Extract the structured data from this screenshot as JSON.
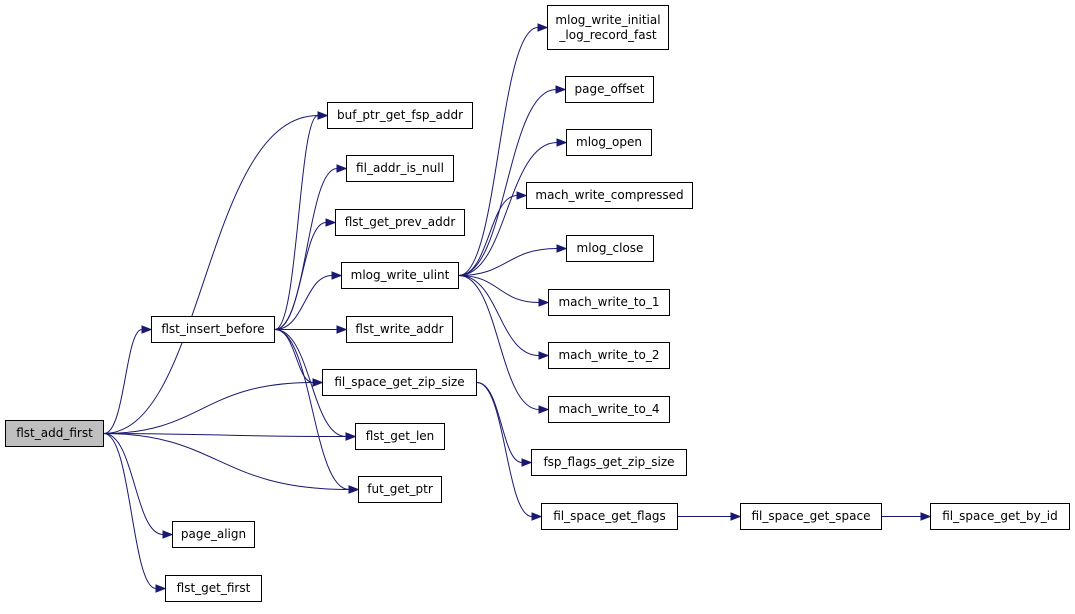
{
  "graph": {
    "nodes": [
      {
        "id": "flst_add_first",
        "label": "flst_add_first",
        "root": true
      },
      {
        "id": "flst_insert_before",
        "label": "flst_insert_before"
      },
      {
        "id": "page_align",
        "label": "page_align"
      },
      {
        "id": "flst_get_first",
        "label": "flst_get_first"
      },
      {
        "id": "buf_ptr_get_fsp_addr",
        "label": "buf_ptr_get_fsp_addr"
      },
      {
        "id": "fil_addr_is_null",
        "label": "fil_addr_is_null"
      },
      {
        "id": "flst_get_prev_addr",
        "label": "flst_get_prev_addr"
      },
      {
        "id": "mlog_write_ulint",
        "label": "mlog_write_ulint"
      },
      {
        "id": "flst_write_addr",
        "label": "flst_write_addr"
      },
      {
        "id": "fil_space_get_zip_size",
        "label": "fil_space_get_zip_size"
      },
      {
        "id": "flst_get_len",
        "label": "flst_get_len"
      },
      {
        "id": "fut_get_ptr",
        "label": "fut_get_ptr"
      },
      {
        "id": "mlog_write_initial_log_record_fast",
        "label": "mlog_write_initial\n_log_record_fast"
      },
      {
        "id": "page_offset",
        "label": "page_offset"
      },
      {
        "id": "mlog_open",
        "label": "mlog_open"
      },
      {
        "id": "mach_write_compressed",
        "label": "mach_write_compressed"
      },
      {
        "id": "mlog_close",
        "label": "mlog_close"
      },
      {
        "id": "mach_write_to_1",
        "label": "mach_write_to_1"
      },
      {
        "id": "mach_write_to_2",
        "label": "mach_write_to_2"
      },
      {
        "id": "mach_write_to_4",
        "label": "mach_write_to_4"
      },
      {
        "id": "fsp_flags_get_zip_size",
        "label": "fsp_flags_get_zip_size"
      },
      {
        "id": "fil_space_get_flags",
        "label": "fil_space_get_flags"
      },
      {
        "id": "fil_space_get_space",
        "label": "fil_space_get_space"
      },
      {
        "id": "fil_space_get_by_id",
        "label": "fil_space_get_by_id"
      }
    ],
    "edges": [
      {
        "from": "flst_add_first",
        "to": "buf_ptr_get_fsp_addr"
      },
      {
        "from": "flst_add_first",
        "to": "flst_insert_before"
      },
      {
        "from": "flst_add_first",
        "to": "fil_space_get_zip_size"
      },
      {
        "from": "flst_add_first",
        "to": "flst_get_len"
      },
      {
        "from": "flst_add_first",
        "to": "fut_get_ptr"
      },
      {
        "from": "flst_add_first",
        "to": "page_align"
      },
      {
        "from": "flst_add_first",
        "to": "flst_get_first"
      },
      {
        "from": "flst_insert_before",
        "to": "buf_ptr_get_fsp_addr"
      },
      {
        "from": "flst_insert_before",
        "to": "fil_addr_is_null"
      },
      {
        "from": "flst_insert_before",
        "to": "flst_get_prev_addr"
      },
      {
        "from": "flst_insert_before",
        "to": "mlog_write_ulint"
      },
      {
        "from": "flst_insert_before",
        "to": "flst_write_addr"
      },
      {
        "from": "flst_insert_before",
        "to": "fil_space_get_zip_size"
      },
      {
        "from": "flst_insert_before",
        "to": "flst_get_len"
      },
      {
        "from": "flst_insert_before",
        "to": "fut_get_ptr"
      },
      {
        "from": "mlog_write_ulint",
        "to": "mlog_write_initial_log_record_fast"
      },
      {
        "from": "mlog_write_ulint",
        "to": "page_offset"
      },
      {
        "from": "mlog_write_ulint",
        "to": "mlog_open"
      },
      {
        "from": "mlog_write_ulint",
        "to": "mach_write_compressed"
      },
      {
        "from": "mlog_write_ulint",
        "to": "mlog_close"
      },
      {
        "from": "mlog_write_ulint",
        "to": "mach_write_to_1"
      },
      {
        "from": "mlog_write_ulint",
        "to": "mach_write_to_2"
      },
      {
        "from": "mlog_write_ulint",
        "to": "mach_write_to_4"
      },
      {
        "from": "fil_space_get_zip_size",
        "to": "fsp_flags_get_zip_size"
      },
      {
        "from": "fil_space_get_zip_size",
        "to": "fil_space_get_flags"
      },
      {
        "from": "fil_space_get_flags",
        "to": "fil_space_get_space"
      },
      {
        "from": "fil_space_get_space",
        "to": "fil_space_get_by_id"
      }
    ]
  },
  "colors": {
    "edge": "#191970",
    "node_border": "#000000",
    "root_fill": "#bfbfbf",
    "node_fill": "#ffffff"
  }
}
